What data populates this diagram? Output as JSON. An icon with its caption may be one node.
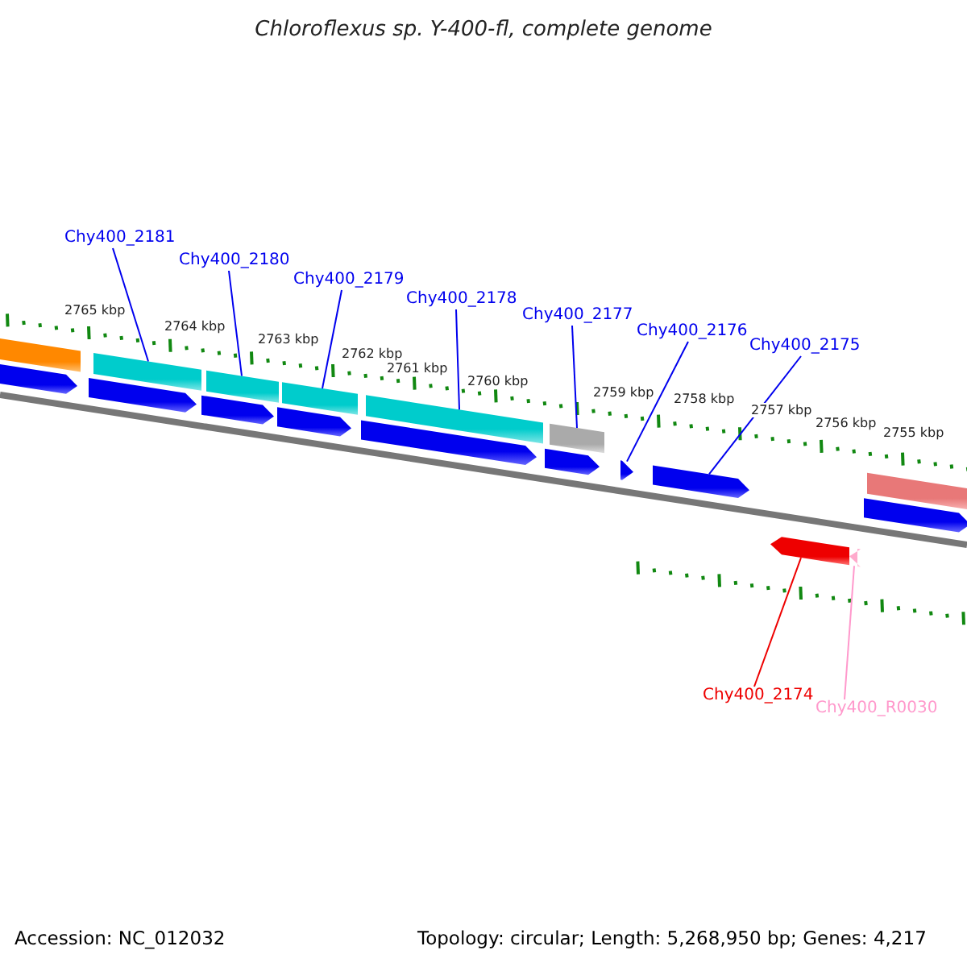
{
  "diagram": {
    "title": "Chloroflexus sp. Y-400-fl, complete genome",
    "nodes": [
      {
        "text": [
          "Chy400_2181"
        ]
      },
      {
        "text": [
          "Chy400_2180"
        ]
      },
      {
        "text": [
          "Chy400_2179"
        ]
      },
      {
        "text": [
          "Chy400_2178"
        ]
      },
      {
        "text": [
          "Chy400_2177"
        ]
      },
      {
        "text": [
          "Chy400_2176"
        ]
      },
      {
        "text": [
          "Chy400_2175"
        ]
      },
      {
        "text": [
          "Chy400_2174"
        ]
      },
      {
        "text": [
          "Chy400_R0030"
        ]
      },
      {
        "text": [],
        "shape": "bar"
      },
      {
        "text": [],
        "shape": "bar"
      },
      {
        "text": [],
        "shape": "bar"
      },
      {
        "text": [],
        "shape": "bar"
      },
      {
        "text": [],
        "shape": "bar"
      },
      {
        "text": [],
        "shape": "bar"
      },
      {
        "text": [],
        "shape": "bar"
      },
      {
        "text": [],
        "shape": "bar"
      },
      {
        "text": [],
        "shape": "bar"
      },
      {
        "text": [],
        "shape": "bar"
      },
      {
        "text": [],
        "shape": "bar"
      },
      {
        "text": [],
        "shape": "bar"
      },
      {
        "text": [],
        "shape": "bar"
      },
      {
        "text": [],
        "shape": "bar"
      },
      {
        "text": [],
        "shape": "bar"
      },
      {
        "text": [],
        "shape": "bar"
      },
      {
        "text": [],
        "shape": "bar"
      },
      {
        "text": [],
        "shape": "bar"
      }
    ],
    "edges": [
      {
        "from": 0,
        "to": 10,
        "arrow": "none"
      },
      {
        "from": 1,
        "to": 11,
        "arrow": "none"
      },
      {
        "from": 2,
        "to": 12,
        "arrow": "none"
      },
      {
        "from": 3,
        "to": 13,
        "arrow": "none"
      },
      {
        "from": 4,
        "to": 14,
        "arrow": "none"
      },
      {
        "from": 5,
        "to": 22,
        "arrow": "none"
      },
      {
        "from": 6,
        "to": 23,
        "arrow": "none"
      },
      {
        "from": 7,
        "to": 25,
        "arrow": "none",
        "color": "#ee0000"
      },
      {
        "from": 8,
        "to": 26,
        "arrow": "none",
        "color": "#ff99cc"
      }
    ],
    "labels": [
      "2765 kbp",
      "2764 kbp",
      "2763 kbp",
      "2762 kbp",
      "2761 kbp",
      "2760 kbp",
      "2759 kbp",
      "2758 kbp",
      "2757 kbp",
      "2756 kbp",
      "2755 kbp",
      "Accession: NC_012032",
      "Topology: circular; Length: 5,268,950 bp; Genes: 4,217"
    ]
  }
}
